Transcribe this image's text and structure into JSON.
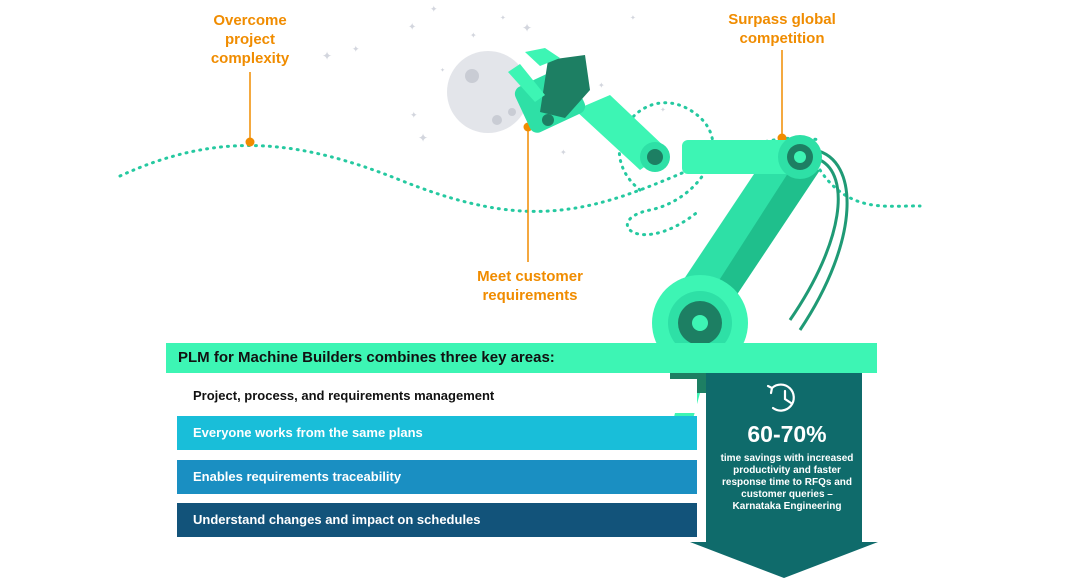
{
  "callouts": {
    "overcome": [
      "Overcome",
      "project",
      "complexity"
    ],
    "surpass": [
      "Surpass global",
      "competition"
    ],
    "meet": [
      "Meet customer",
      "requirements"
    ]
  },
  "headline": "PLM for Machine Builders combines three key areas:",
  "areas": [
    "Project, process, and requirements management",
    "Everyone works from the same plans",
    "Enables requirements traceability",
    "Understand changes and impact on schedules"
  ],
  "stat": {
    "value": "60-70%",
    "caption": [
      "time savings with increased",
      "productivity and faster",
      "response time to RFQs and",
      "customer queries –",
      "Karnataka Engineering"
    ],
    "icon": "history-clock-icon"
  },
  "colors": {
    "accent_green": "#3df5b4",
    "callout_orange": "#f08c00",
    "row_cyan": "#19bed9",
    "row_blue": "#1a8fc2",
    "row_navy": "#12537a",
    "stat_teal": "#0f6b6b"
  }
}
